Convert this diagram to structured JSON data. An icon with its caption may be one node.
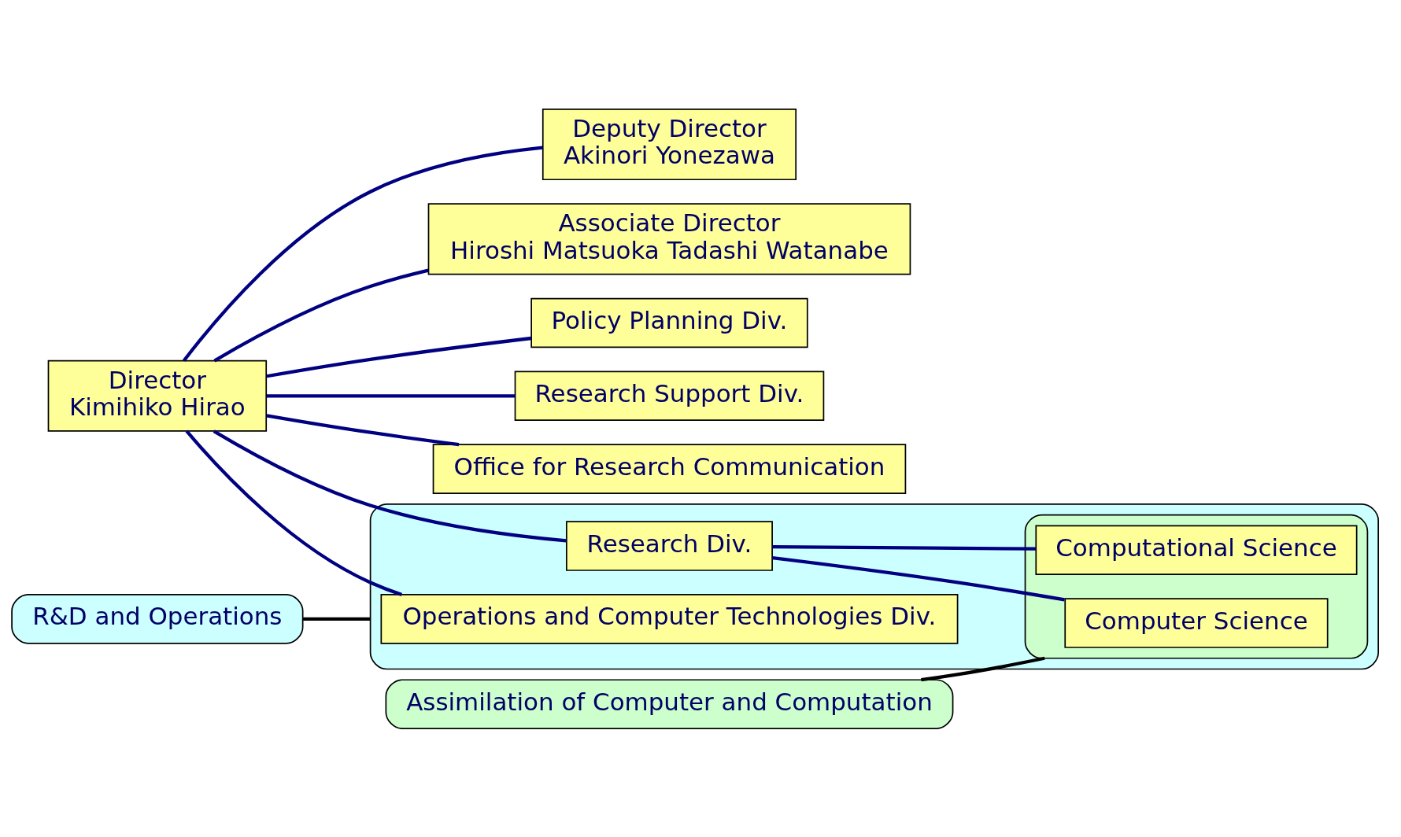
{
  "diagram": {
    "nodes": [
      {
        "text": [
          "Director",
          "Kimihiko Hirao"
        ]
      },
      {
        "text": [
          "Deputy Director",
          "Akinori Yonezawa"
        ]
      },
      {
        "text": [
          "Associate Director",
          "Hiroshi Matsuoka Tadashi Watanabe"
        ]
      },
      {
        "text": [
          "Policy Planning Div."
        ]
      },
      {
        "text": [
          "Research Support Div."
        ]
      },
      {
        "text": [
          "Office for Research Communication"
        ]
      },
      {
        "text": [],
        "shape": "ellipse"
      },
      {
        "text": [
          "Operations and Computer Technologies Div."
        ],
        "in": 6
      },
      {
        "text": [
          "Research Div."
        ],
        "in": 6
      },
      {
        "text": [],
        "shape": "ellipse",
        "in": 6
      },
      {
        "text": [
          "Computer Science"
        ],
        "in": 9
      },
      {
        "text": [
          "Computational Science"
        ],
        "in": 9
      },
      {
        "text": [
          "R&D and Operations"
        ]
      },
      {
        "text": [
          "Assimilation of Computer and Computation"
        ]
      }
    ],
    "edges": [
      {
        "from": 0,
        "to": 1,
        "arrow": "none"
      },
      {
        "from": 0,
        "to": 2,
        "arrow": "none"
      },
      {
        "from": 0,
        "to": 3,
        "arrow": "none"
      },
      {
        "from": 0,
        "to": 4,
        "arrow": "none"
      },
      {
        "from": 0,
        "to": 5,
        "arrow": "none"
      },
      {
        "from": 0,
        "to": 7,
        "arrow": "none"
      },
      {
        "from": 0,
        "to": 8,
        "arrow": "none"
      },
      {
        "from": 8,
        "to": 10,
        "arrow": "none"
      },
      {
        "from": 8,
        "to": 11,
        "arrow": "none"
      },
      {
        "from": 12,
        "to": 6,
        "arrow": "none",
        "color": "#000000"
      },
      {
        "from": 13,
        "to": 9,
        "arrow": "none",
        "color": "#000000"
      }
    ]
  }
}
